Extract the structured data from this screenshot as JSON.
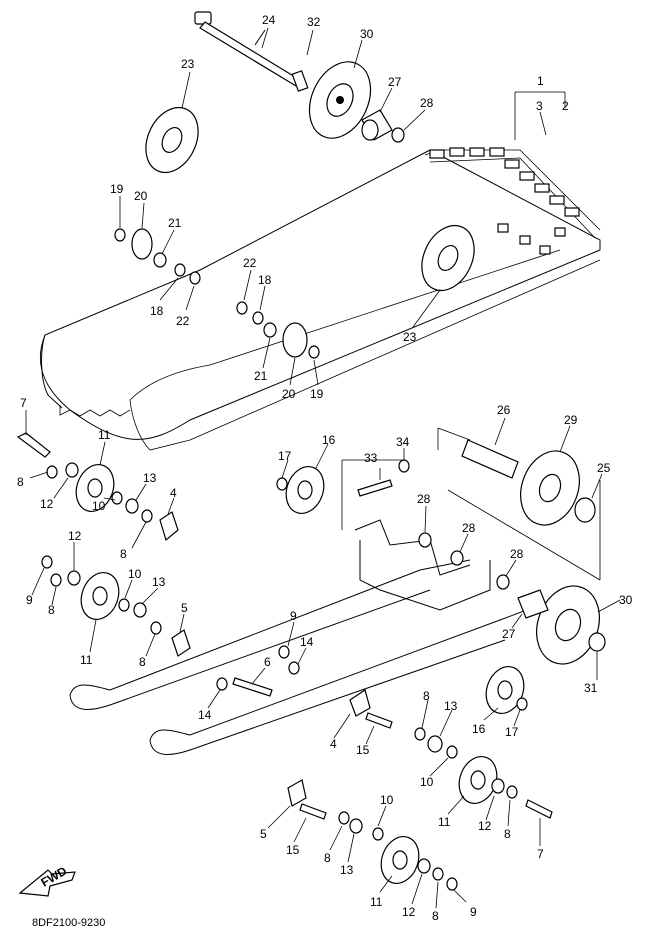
{
  "diagram_code": "8DF2100-9230",
  "fwd_label": "FWD",
  "callouts": [
    {
      "id": "c24",
      "text": "24"
    },
    {
      "id": "c32",
      "text": "32"
    },
    {
      "id": "c30a",
      "text": "30"
    },
    {
      "id": "c23a",
      "text": "23"
    },
    {
      "id": "c27a",
      "text": "27"
    },
    {
      "id": "c28a",
      "text": "28"
    },
    {
      "id": "c1",
      "text": "1"
    },
    {
      "id": "c3",
      "text": "3"
    },
    {
      "id": "c2",
      "text": "2"
    },
    {
      "id": "c19a",
      "text": "19"
    },
    {
      "id": "c20a",
      "text": "20"
    },
    {
      "id": "c21a",
      "text": "21"
    },
    {
      "id": "c18a",
      "text": "18"
    },
    {
      "id": "c22a",
      "text": "22"
    },
    {
      "id": "c22b",
      "text": "22"
    },
    {
      "id": "c18b",
      "text": "18"
    },
    {
      "id": "c23b",
      "text": "23"
    },
    {
      "id": "c21b",
      "text": "21"
    },
    {
      "id": "c20b",
      "text": "20"
    },
    {
      "id": "c19b",
      "text": "19"
    },
    {
      "id": "c7a",
      "text": "7"
    },
    {
      "id": "c11a",
      "text": "11"
    },
    {
      "id": "c8a",
      "text": "8"
    },
    {
      "id": "c12a",
      "text": "12"
    },
    {
      "id": "c13a",
      "text": "13"
    },
    {
      "id": "c4a",
      "text": "4"
    },
    {
      "id": "c10a",
      "text": "10"
    },
    {
      "id": "c8b",
      "text": "8"
    },
    {
      "id": "c17a",
      "text": "17"
    },
    {
      "id": "c16a",
      "text": "16"
    },
    {
      "id": "c33",
      "text": "33"
    },
    {
      "id": "c34",
      "text": "34"
    },
    {
      "id": "c26",
      "text": "26"
    },
    {
      "id": "c29",
      "text": "29"
    },
    {
      "id": "c25",
      "text": "25"
    },
    {
      "id": "c28b",
      "text": "28"
    },
    {
      "id": "c28c",
      "text": "28"
    },
    {
      "id": "c28d",
      "text": "28"
    },
    {
      "id": "c12b",
      "text": "12"
    },
    {
      "id": "c9a",
      "text": "9"
    },
    {
      "id": "c8c",
      "text": "8"
    },
    {
      "id": "c10b",
      "text": "10"
    },
    {
      "id": "c13b",
      "text": "13"
    },
    {
      "id": "c11b",
      "text": "11"
    },
    {
      "id": "c5a",
      "text": "5"
    },
    {
      "id": "c8d",
      "text": "8"
    },
    {
      "id": "c9b",
      "text": "9"
    },
    {
      "id": "c14a",
      "text": "14"
    },
    {
      "id": "c6",
      "text": "6"
    },
    {
      "id": "c14b",
      "text": "14"
    },
    {
      "id": "c30b",
      "text": "30"
    },
    {
      "id": "c27b",
      "text": "27"
    },
    {
      "id": "c31",
      "text": "31"
    },
    {
      "id": "c8e",
      "text": "8"
    },
    {
      "id": "c13c",
      "text": "13"
    },
    {
      "id": "c16b",
      "text": "16"
    },
    {
      "id": "c17b",
      "text": "17"
    },
    {
      "id": "c4b",
      "text": "4"
    },
    {
      "id": "c15a",
      "text": "15"
    },
    {
      "id": "c10c",
      "text": "10"
    },
    {
      "id": "c11c",
      "text": "11"
    },
    {
      "id": "c12c",
      "text": "12"
    },
    {
      "id": "c8f",
      "text": "8"
    },
    {
      "id": "c7b",
      "text": "7"
    },
    {
      "id": "c5b",
      "text": "5"
    },
    {
      "id": "c15b",
      "text": "15"
    },
    {
      "id": "c8g",
      "text": "8"
    },
    {
      "id": "c13d",
      "text": "13"
    },
    {
      "id": "c10d",
      "text": "10"
    },
    {
      "id": "c11d",
      "text": "11"
    },
    {
      "id": "c12d",
      "text": "12"
    },
    {
      "id": "c8h",
      "text": "8"
    },
    {
      "id": "c9c",
      "text": "9"
    }
  ]
}
